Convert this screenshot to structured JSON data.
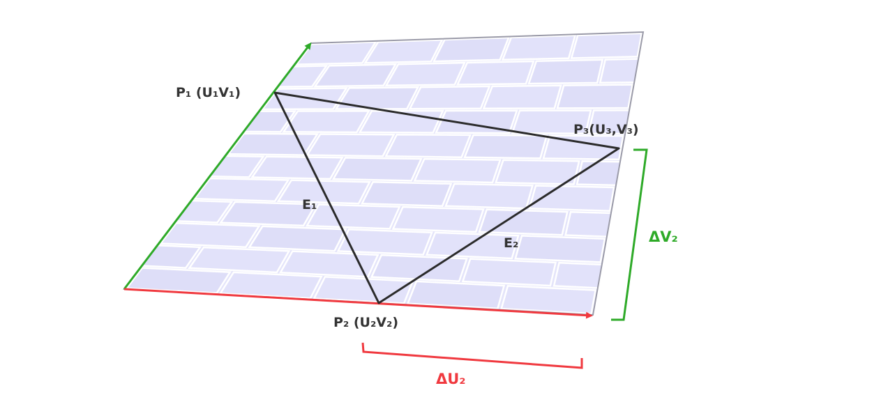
{
  "labels": {
    "p1": "P₁ (U₁V₁)",
    "p2": "P₂ (U₂V₂)",
    "p3": "P₃(U₃,V₃)",
    "e1": "E₁",
    "e2": "E₂",
    "delta_v2": "ΔV₂",
    "delta_u2": "ΔU₂"
  },
  "colors": {
    "plane_fill": "#e6e6fb",
    "brick_line": "#ffffff",
    "plane_border": "#9a9aa8",
    "triangle": "#2b2b2b",
    "v_axis": "#2eaa28",
    "u_axis": "#f0393f",
    "text": "#333333"
  }
}
